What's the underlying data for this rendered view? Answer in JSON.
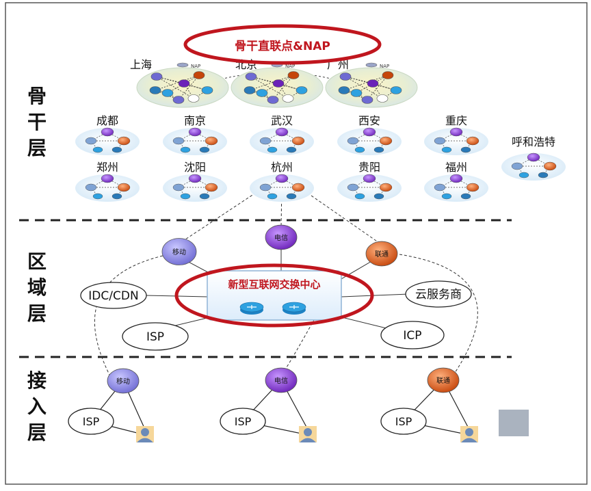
{
  "layers": {
    "backbone": "骨\n干\n层",
    "regional": "区\n域\n层",
    "access": "接\n入\n层"
  },
  "nap_label": "骨干直联点&NAP",
  "nap_cities": [
    "上海",
    "北京",
    "广州"
  ],
  "nap_tag": "NAP",
  "cities_row1": [
    "成都",
    "南京",
    "武汉",
    "西安",
    "重庆"
  ],
  "cities_row2": [
    "郑州",
    "沈阳",
    "杭州",
    "贵阳",
    "福州"
  ],
  "city_extra": "呼和浩特",
  "exchange_title": "新型互联网交换中心",
  "carriers": {
    "mobile": "移动",
    "telecom": "电信",
    "unicom": "联通"
  },
  "regional_nodes": {
    "idc": "IDC/CDN",
    "cloud": "云服务商",
    "isp": "ISP",
    "icp": "ICP"
  },
  "access_isp": "ISP",
  "colors": {
    "mobile": "#7b78d6",
    "telecom": "#7a35c6",
    "unicom": "#d9560f",
    "red": "#c0161e",
    "router": "#2ea1e0"
  }
}
